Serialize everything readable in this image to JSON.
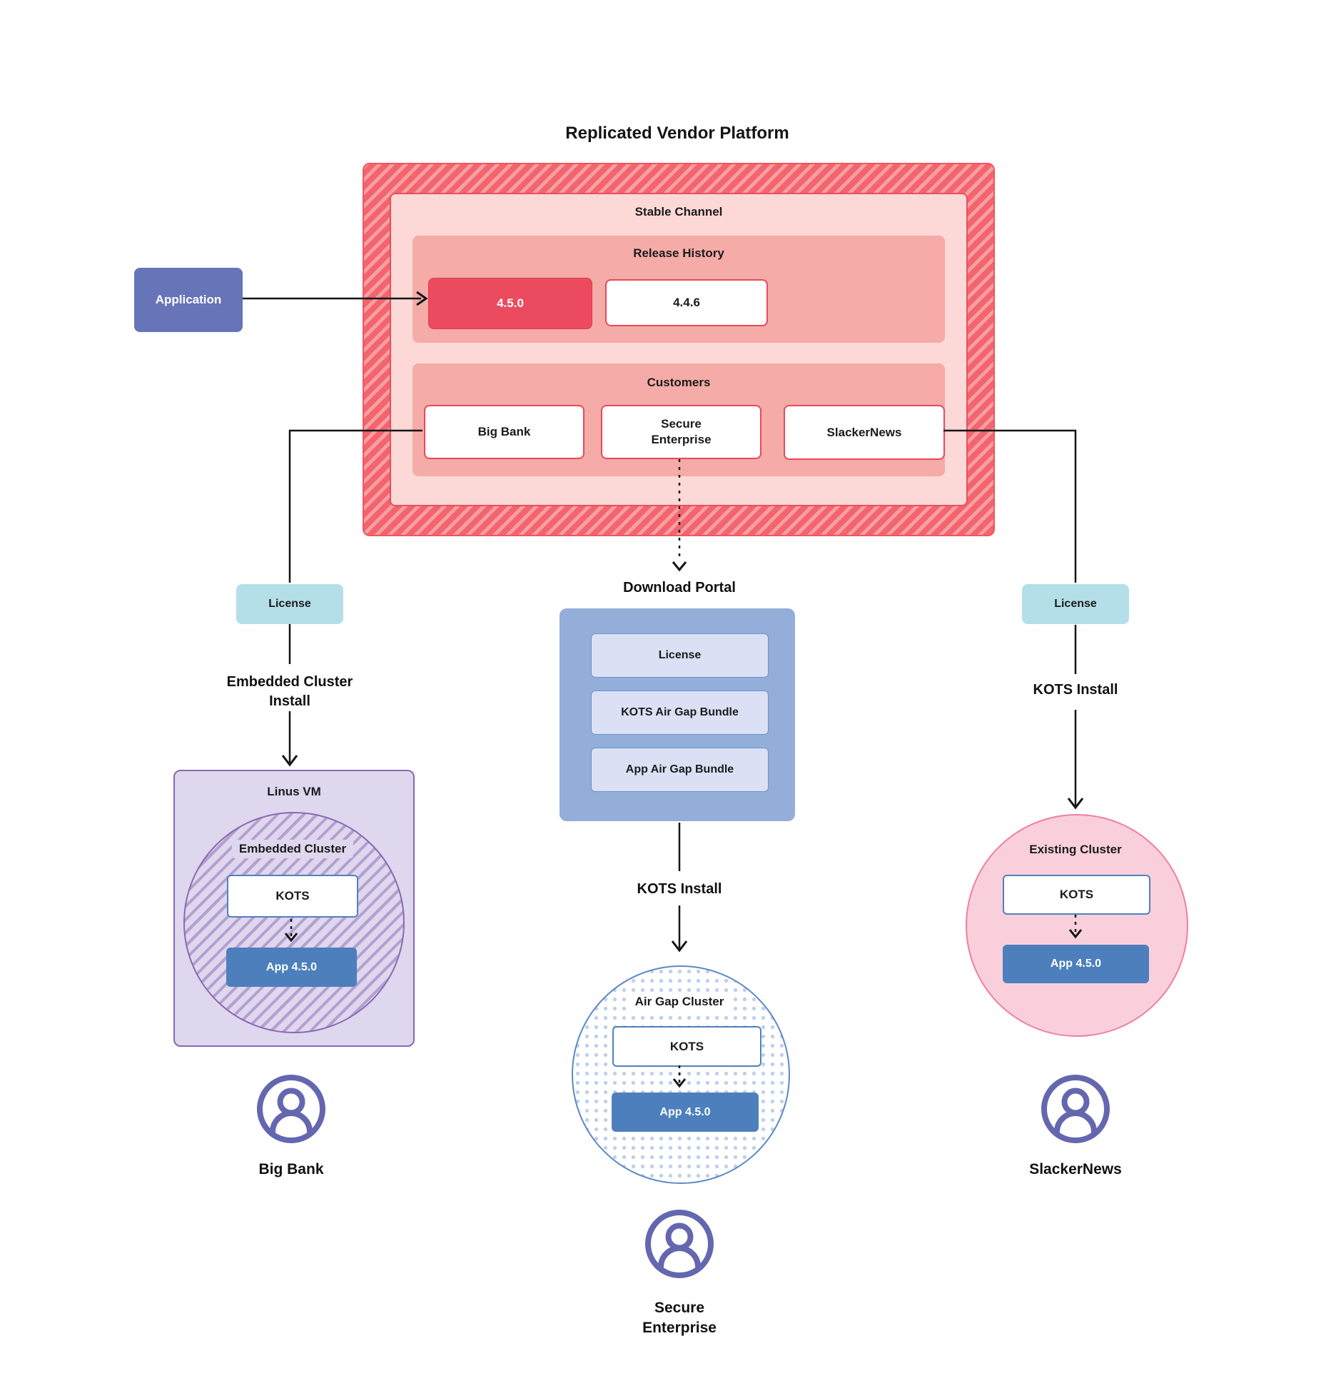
{
  "title": "Replicated Vendor Platform",
  "platform": {
    "stable_channel": "Stable Channel",
    "release_history": {
      "label": "Release History",
      "releases": [
        "4.5.0",
        "4.4.6"
      ]
    },
    "customers": {
      "label": "Customers",
      "items": [
        "Big Bank",
        "Secure Enterprise",
        "SlackerNews"
      ]
    }
  },
  "application": "Application",
  "left_branch": {
    "license": "License",
    "install": "Embedded Cluster Install",
    "vm": "Linus VM",
    "cluster": "Embedded Cluster",
    "kots": "KOTS",
    "app": "App 4.5.0",
    "user": "Big Bank"
  },
  "middle_branch": {
    "portal_title": "Download Portal",
    "portal_items": [
      "License",
      "KOTS Air Gap Bundle",
      "App Air Gap Bundle"
    ],
    "install": "KOTS Install",
    "cluster": "Air Gap Cluster",
    "kots": "KOTS",
    "app": "App 4.5.0",
    "user": "Secure Enterprise"
  },
  "right_branch": {
    "license": "License",
    "install": "KOTS Install",
    "cluster": "Existing Cluster",
    "kots": "KOTS",
    "app": "App 4.5.0",
    "user": "SlackerNews"
  },
  "colors": {
    "platform_red": "#f4646c",
    "stable_pink": "#fcd9d6",
    "section_salmon": "#f5aba7",
    "release_current_red": "#eb4a5f",
    "box_border_red": "#e8485c",
    "application_purple": "#6874b8",
    "license_teal": "#b4dfe9",
    "portal_blue": "#92aed9",
    "portal_item_blue": "#dbe0f4",
    "vm_purple": "#ded7ee",
    "cluster_border_purple": "#8a68b1",
    "kots_border_blue": "#4f81be",
    "app_blue": "#4d7fbd",
    "existing_pink": "#f9cfdc",
    "existing_border_pink": "#ef7fa4",
    "airgap_border_blue": "#5c88c6",
    "user_icon_purple": "#6467af"
  }
}
